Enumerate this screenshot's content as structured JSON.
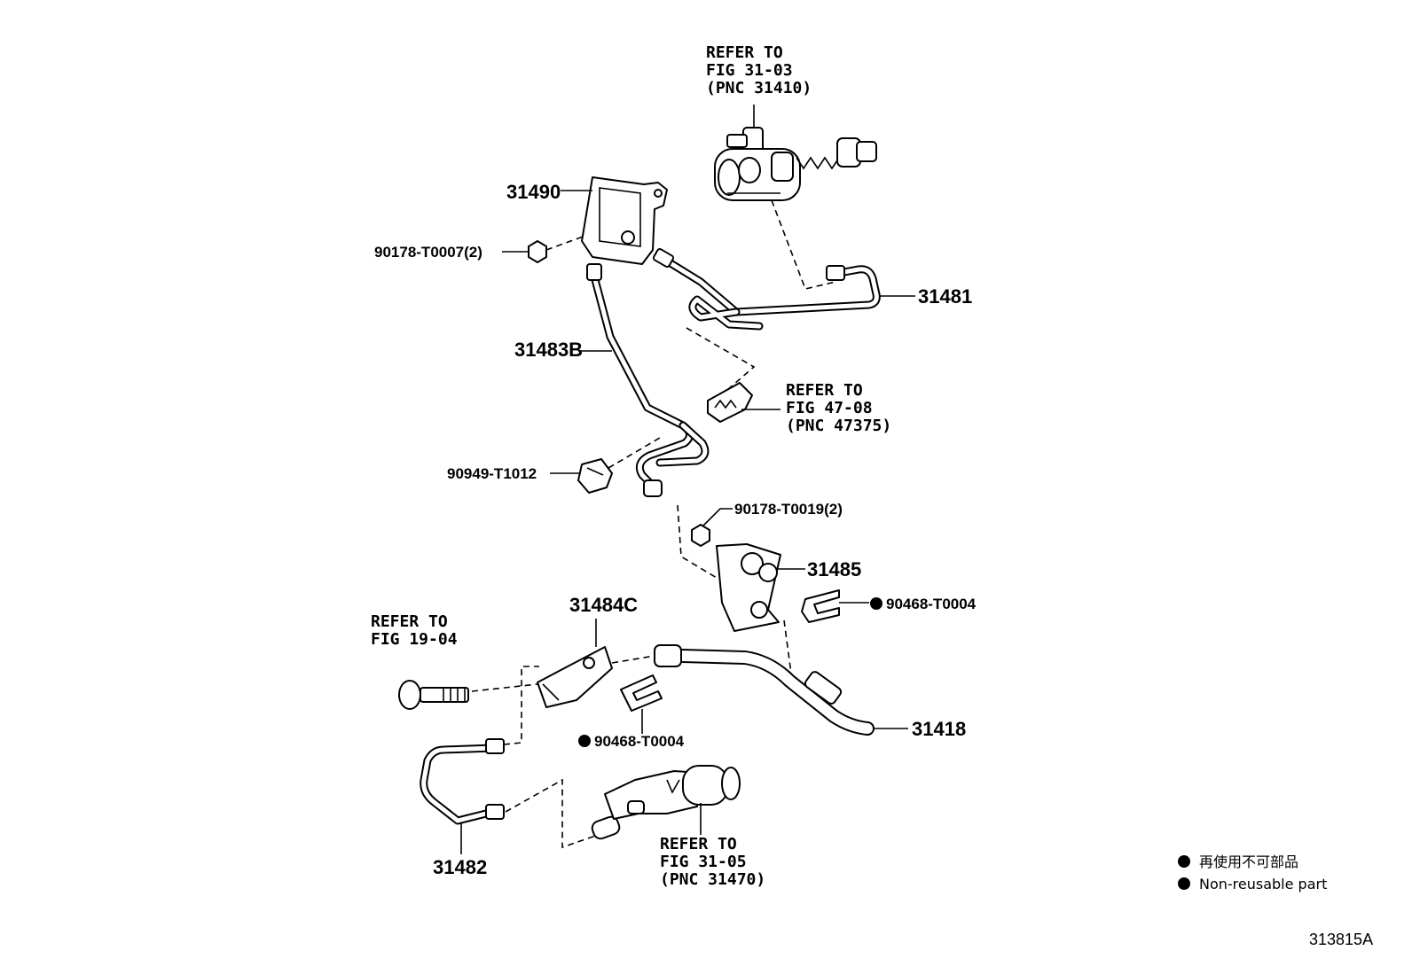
{
  "refs": {
    "fig3103": [
      "REFER TO",
      "FIG 31-03",
      "(PNC 31410)"
    ],
    "fig4708": [
      "REFER TO",
      "FIG 47-08",
      "(PNC 47375)"
    ],
    "fig1904": [
      "REFER TO",
      "FIG 19-04"
    ],
    "fig3105": [
      "REFER TO",
      "FIG 31-05",
      "(PNC 31470)"
    ]
  },
  "parts": {
    "p31490": "31490",
    "p90178_t0007": "90178-T0007(2)",
    "p31481": "31481",
    "p31483b": "31483B",
    "p90949_t1012": "90949-T1012",
    "p90178_t0019": "90178-T0019(2)",
    "p31485": "31485",
    "p90468_t0004_a": "90468-T0004",
    "p31484c": "31484C",
    "p31418": "31418",
    "p90468_t0004_b": "90468-T0004",
    "p31482": "31482"
  },
  "legend": {
    "line_jp": "再使用不可部品",
    "line_en": "Non-reusable part"
  },
  "illustration_code": "313815A"
}
